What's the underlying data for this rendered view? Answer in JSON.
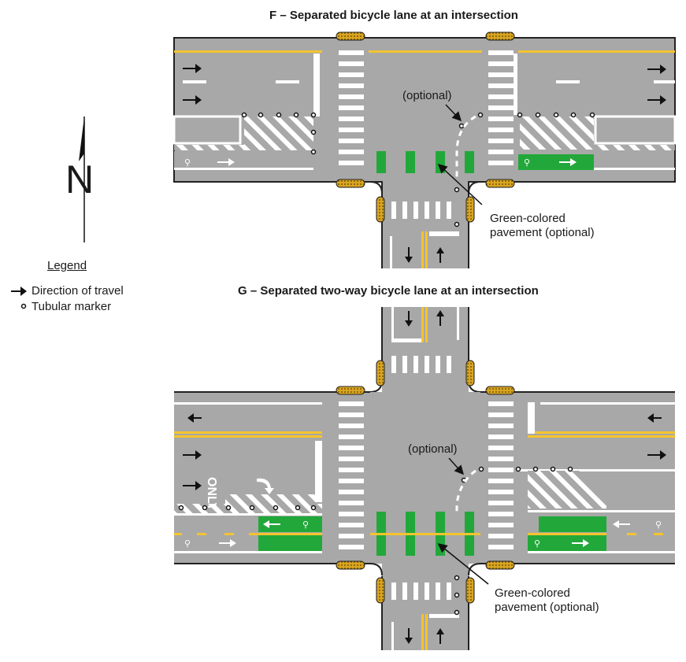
{
  "diagram_f": {
    "title": "F – Separated bicycle lane at an intersection",
    "optional_label": "(optional)",
    "green_label_line1": "Green-colored",
    "green_label_line2": "pavement (optional)"
  },
  "diagram_g": {
    "title": "G – Separated two-way bicycle lane at an intersection",
    "optional_label": "(optional)",
    "green_label_line1": "Green-colored",
    "green_label_line2": "pavement (optional)",
    "only_marking": "ONLY"
  },
  "north_arrow": {
    "letter": "N"
  },
  "legend": {
    "title": "Legend",
    "items": [
      {
        "icon": "arrow-icon",
        "label": "Direction of travel"
      },
      {
        "icon": "tubular-marker-icon",
        "label": "Tubular marker"
      }
    ]
  },
  "colors": {
    "pavement": "#a8a8a8",
    "yellow_line": "#f4c430",
    "green_pavement": "#22a83a",
    "white_marking": "#ffffff",
    "curb_ramp": "#d4a020"
  }
}
